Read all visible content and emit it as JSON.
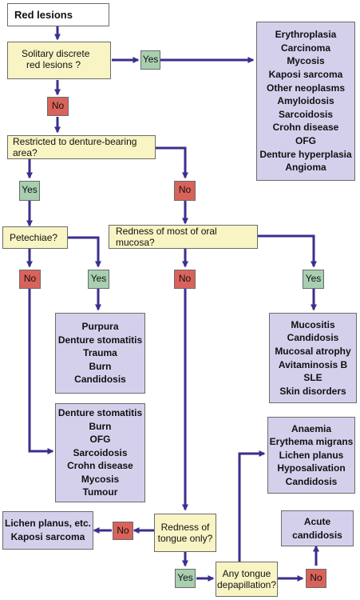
{
  "diagram": {
    "start": "Red lesions",
    "q_solitary": [
      "Solitary discrete",
      "red lesions ?"
    ],
    "q_denture": "Restricted to denture-bearing area?",
    "q_petechiae": "Petechiae?",
    "q_redness_most": "Redness of most of oral mucosa?",
    "q_tongue_only": [
      "Redness of",
      "tongue only?"
    ],
    "q_depapillation": [
      "Any tongue",
      "depapillation?"
    ],
    "yes": "Yes",
    "no": "No",
    "result_solitary": [
      "Erythroplasia",
      "Carcinoma",
      "Mycosis",
      "Kaposi sarcoma",
      "Other neoplasms",
      "Amyloidosis",
      "Sarcoidosis",
      "Crohn disease",
      "OFG",
      "Denture hyperplasia",
      "Angioma"
    ],
    "result_petechiae_yes": [
      "Purpura",
      "Denture stomatitis",
      "Trauma",
      "Burn",
      "Candidosis"
    ],
    "result_petechiae_no": [
      "Denture stomatitis",
      "Burn",
      "OFG",
      "Sarcoidosis",
      "Crohn disease",
      "Mycosis",
      "Tumour"
    ],
    "result_redness_yes": [
      "Mucositis",
      "Candidosis",
      "Mucosal atrophy",
      "Avitaminosis B",
      "SLE",
      "Skin disorders"
    ],
    "result_depapillation_yes": [
      "Anaemia",
      "Erythema migrans",
      "Lichen planus",
      "Hyposalivation",
      "Candidosis"
    ],
    "result_depapillation_no": [
      "Acute",
      "candidosis"
    ],
    "result_tongue_no": [
      "Lichen planus, etc.",
      "Kaposi sarcoma"
    ],
    "colors": {
      "decision": "#f8f4c4",
      "result": "#d4d0ec",
      "yes": "#a8cfb0",
      "no": "#d9635a",
      "arrow": "#3a2f8c"
    }
  }
}
